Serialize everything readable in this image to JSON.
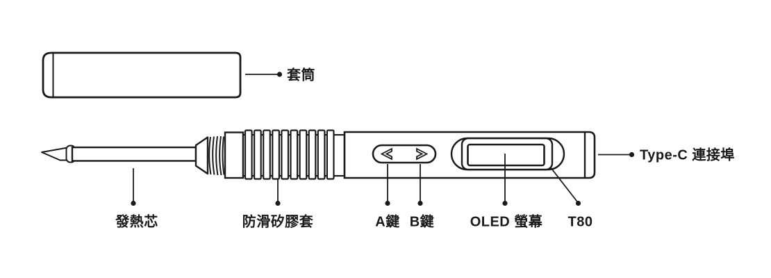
{
  "labels": {
    "cap": "套筒",
    "heating_element": "發熱芯",
    "grip": "防滑矽膠套",
    "key_a": "A鍵",
    "key_b": "B鍵",
    "oled_screen": "OLED 螢幕",
    "t80": "T80",
    "type_c_port": "Type-C 連接埠"
  },
  "colors": {
    "line": "#1a1a1a",
    "background": "#ffffff"
  }
}
